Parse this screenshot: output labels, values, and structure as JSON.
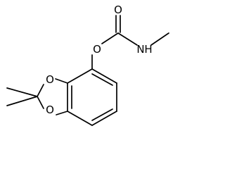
{
  "molecule": {
    "atoms": {
      "carbonyl_oxygen": "O",
      "amide_nitrogen": "N",
      "amide_hydrogen": "H",
      "ester_oxygen": "O",
      "ring_oxygen_top": "O",
      "ring_oxygen_bottom": "O"
    }
  }
}
